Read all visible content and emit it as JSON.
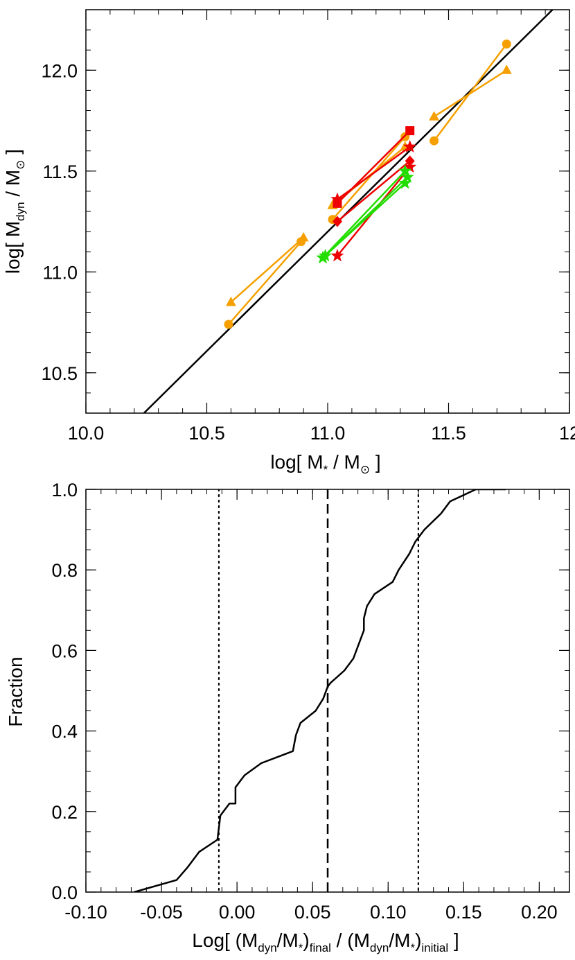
{
  "chart_data": [
    {
      "type": "scatter",
      "title": "",
      "xlabel": {
        "text": "log[ M",
        "sub1": "*",
        "mid": " / M",
        "sub2": "⊙",
        "tail": "]"
      },
      "ylabel": {
        "text": "log[ M",
        "sub1": "dyn",
        "mid": " / M",
        "sub2": "⊙",
        "tail": "]"
      },
      "xlim": [
        10.0,
        12.0
      ],
      "ylim": [
        10.3,
        12.3
      ],
      "xticks": [
        {
          "v": 10.0,
          "label": "10.0"
        },
        {
          "v": 10.5,
          "label": "10.5"
        },
        {
          "v": 11.0,
          "label": "11.0"
        },
        {
          "v": 11.5,
          "label": "11.5"
        },
        {
          "v": 12.0,
          "label": "12"
        }
      ],
      "yticks": [
        {
          "v": 10.5,
          "label": "10.5"
        },
        {
          "v": 11.0,
          "label": "11.0"
        },
        {
          "v": 11.5,
          "label": "11.5"
        },
        {
          "v": 12.0,
          "label": "12.0"
        }
      ],
      "reference_line": {
        "description": "one-to-one",
        "points": [
          [
            10.24,
            10.3
          ],
          [
            11.93,
            12.3
          ]
        ],
        "color": "#000000"
      },
      "pairs": [
        {
          "color": "#f5a000",
          "marker": "circle",
          "points": [
            [
              10.59,
              10.74
            ],
            [
              10.89,
              11.15
            ]
          ]
        },
        {
          "color": "#f5a000",
          "marker": "triangle",
          "points": [
            [
              10.6,
              10.85
            ],
            [
              10.9,
              11.17
            ]
          ]
        },
        {
          "color": "#f5a000",
          "marker": "circle",
          "points": [
            [
              11.02,
              11.26
            ],
            [
              11.32,
              11.67
            ]
          ]
        },
        {
          "color": "#f5a000",
          "marker": "triangle",
          "points": [
            [
              11.02,
              11.33
            ],
            [
              11.32,
              11.62
            ]
          ]
        },
        {
          "color": "#f5a000",
          "marker": "circle",
          "points": [
            [
              11.44,
              11.65
            ],
            [
              11.74,
              12.13
            ]
          ]
        },
        {
          "color": "#f5a000",
          "marker": "triangle",
          "points": [
            [
              11.44,
              11.77
            ],
            [
              11.74,
              12.0
            ]
          ]
        },
        {
          "color": "#ee0000",
          "marker": "star",
          "points": [
            [
              11.04,
              11.36
            ],
            [
              11.34,
              11.62
            ]
          ]
        },
        {
          "color": "#ee0000",
          "marker": "square",
          "points": [
            [
              11.04,
              11.34
            ],
            [
              11.34,
              11.7
            ]
          ]
        },
        {
          "color": "#ee0000",
          "marker": "star",
          "points": [
            [
              11.04,
              11.08
            ],
            [
              11.34,
              11.52
            ]
          ]
        },
        {
          "color": "#ee0000",
          "marker": "diamond",
          "points": [
            [
              11.04,
              11.25
            ],
            [
              11.34,
              11.55
            ]
          ]
        },
        {
          "color": "#22dd00",
          "marker": "star",
          "points": [
            [
              10.98,
              11.07
            ],
            [
              11.32,
              11.5
            ]
          ]
        },
        {
          "color": "#22dd00",
          "marker": "star",
          "points": [
            [
              10.98,
              11.07
            ],
            [
              11.32,
              11.44
            ]
          ]
        },
        {
          "color": "#22dd00",
          "marker": "star",
          "points": [
            [
              10.99,
              11.08
            ],
            [
              11.33,
              11.47
            ]
          ]
        }
      ]
    },
    {
      "type": "line",
      "title": "",
      "xlabel": {
        "pre": "Log[ (M",
        "s1": "dyn",
        "a": "/M",
        "s2": "*",
        "b": ")",
        "s3": "final",
        "c": " / (M",
        "s4": "dyn",
        "d": "/M",
        "s5": "*",
        "e": ")",
        "s6": "initial",
        "f": " ]"
      },
      "ylabel": "Fraction",
      "xlim": [
        -0.1,
        0.22
      ],
      "ylim": [
        0.0,
        1.0
      ],
      "xticks": [
        {
          "v": -0.1,
          "label": "-0.10"
        },
        {
          "v": -0.05,
          "label": "-0.05"
        },
        {
          "v": 0.0,
          "label": "0.00"
        },
        {
          "v": 0.05,
          "label": "0.05"
        },
        {
          "v": 0.1,
          "label": "0.10"
        },
        {
          "v": 0.15,
          "label": "0.15"
        },
        {
          "v": 0.2,
          "label": "0.20"
        }
      ],
      "yticks": [
        {
          "v": 0.0,
          "label": "0.0"
        },
        {
          "v": 0.2,
          "label": "0.2"
        },
        {
          "v": 0.4,
          "label": "0.4"
        },
        {
          "v": 0.6,
          "label": "0.6"
        },
        {
          "v": 0.8,
          "label": "0.8"
        },
        {
          "v": 1.0,
          "label": "1.0"
        }
      ],
      "cumulative": {
        "x": [
          -0.068,
          -0.04,
          -0.033,
          -0.025,
          -0.013,
          -0.012,
          -0.011,
          -0.005,
          -0.001,
          -0.001,
          0.005,
          0.016,
          0.037,
          0.039,
          0.042,
          0.052,
          0.057,
          0.06,
          0.062,
          0.071,
          0.077,
          0.08,
          0.084,
          0.084,
          0.086,
          0.091,
          0.103,
          0.107,
          0.114,
          0.118,
          0.124,
          0.135,
          0.141,
          0.158,
          0.178
        ],
        "y": [
          0.0,
          0.03,
          0.06,
          0.1,
          0.13,
          0.16,
          0.19,
          0.22,
          0.22,
          0.26,
          0.29,
          0.32,
          0.35,
          0.39,
          0.42,
          0.45,
          0.48,
          0.51,
          0.52,
          0.55,
          0.58,
          0.61,
          0.65,
          0.68,
          0.71,
          0.74,
          0.77,
          0.8,
          0.84,
          0.87,
          0.9,
          0.94,
          0.97,
          1.0,
          1.0
        ]
      },
      "vlines": [
        {
          "x": -0.012,
          "style": "dotted"
        },
        {
          "x": 0.06,
          "style": "dashed"
        },
        {
          "x": 0.12,
          "style": "dotted"
        }
      ]
    }
  ]
}
